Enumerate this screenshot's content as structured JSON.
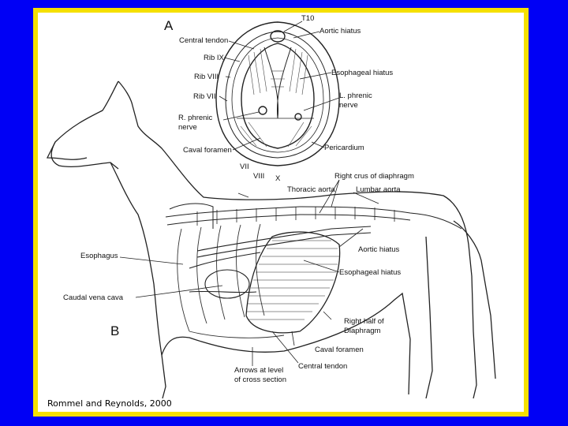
{
  "colors": {
    "background": "#0000f5",
    "border": "#f5e000",
    "panel": "#ffffff",
    "ink": "#111111"
  },
  "panels": {
    "a": "A",
    "b": "B"
  },
  "cross_section": {
    "t10": "T10",
    "aortic_hiatus": "Aortic hiatus",
    "central_tendon": "Central tendon",
    "rib_ix": "Rib IX",
    "rib_viii": "Rib VIII",
    "rib_vii": "Rib VII",
    "esophageal_hiatus": "Esophageal hiatus",
    "l_phrenic_line1": "L. phrenic",
    "l_phrenic_line2": "nerve",
    "r_phrenic_line1": "R. phrenic",
    "r_phrenic_line2": "nerve",
    "caval_foramen": "Caval foramen",
    "pericardium": "Pericardium",
    "vii": "VII",
    "viii": "VIII",
    "x": "X"
  },
  "dog": {
    "right_crus": "Right crus of diaphragm",
    "thoracic_aorta": "Thoracic aorta",
    "lumbar_aorta": "Lumbar aorta",
    "esophagus": "Esophagus",
    "aortic_hiatus": "Aortic hiatus",
    "esophageal_hiatus": "Esophageal hiatus",
    "caudal_vena_cava": "Caudal vena cava",
    "right_half_line1": "Right half of",
    "right_half_line2": "Diaphragm",
    "caval_foramen": "Caval foramen",
    "central_tendon": "Central tendon",
    "arrows_line1": "Arrows at level",
    "arrows_line2": "of cross section"
  },
  "credit": "Rommel and Reynolds, 2000"
}
